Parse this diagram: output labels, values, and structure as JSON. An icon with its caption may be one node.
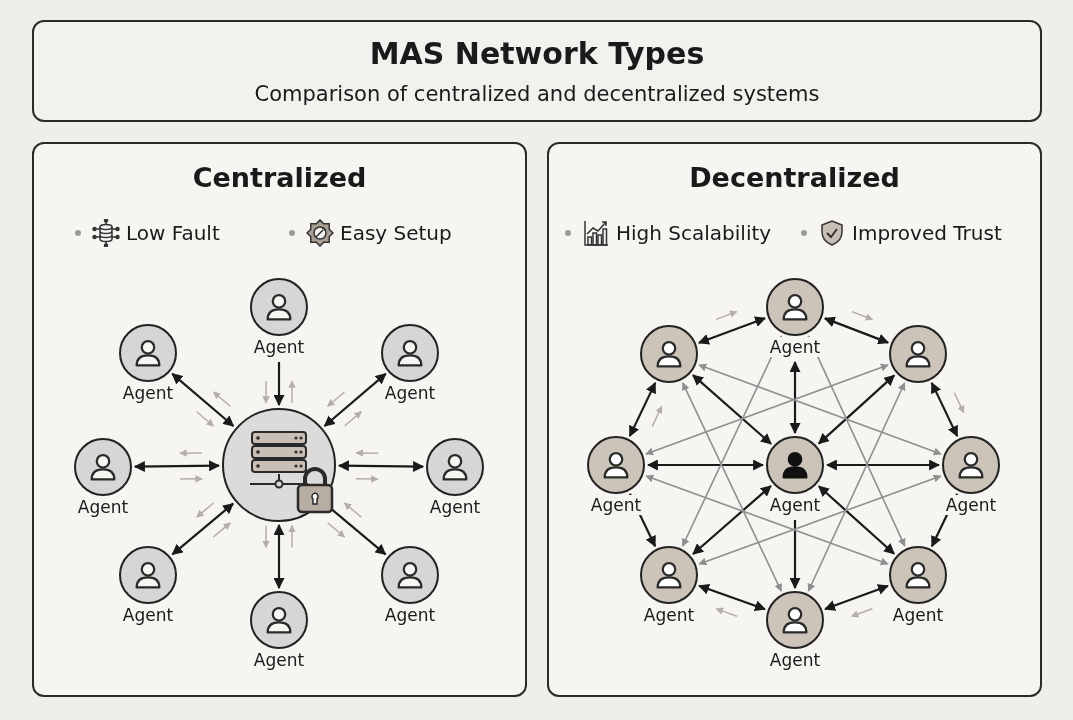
{
  "diagram": {
    "nodes": [
      {
        "text": [
          "MAS Network Types",
          "Comparison of centralized and decentralized systems"
        ]
      },
      {
        "text": [
          "Centralized"
        ]
      },
      {
        "text": [],
        "shape": "circle",
        "in": 1
      },
      {
        "text": [
          "Agent"
        ],
        "in": 1
      },
      {
        "text": [
          "Agent"
        ],
        "in": 1
      },
      {
        "text": [
          "Agent"
        ],
        "in": 1
      },
      {
        "text": [
          "Agent"
        ],
        "in": 1
      },
      {
        "text": [
          "Agent"
        ],
        "in": 1
      },
      {
        "text": [
          "Agent"
        ],
        "in": 1
      },
      {
        "text": [
          "Agent"
        ],
        "in": 1
      },
      {
        "text": [
          "Agent"
        ],
        "in": 1
      },
      {
        "text": [
          "Decentralized"
        ]
      },
      {
        "text": [
          "Agent"
        ],
        "in": 11
      },
      {
        "text": [],
        "shape": "circle",
        "in": 11
      },
      {
        "text": [],
        "shape": "circle",
        "in": 11
      },
      {
        "text": [
          "Agent"
        ],
        "in": 11
      },
      {
        "text": [
          "Agent"
        ],
        "in": 11
      },
      {
        "text": [
          "Agent"
        ],
        "in": 11
      },
      {
        "text": [
          "Agent"
        ],
        "in": 11
      },
      {
        "text": [
          "Agent"
        ],
        "in": 11
      },
      {
        "text": [
          "Agent"
        ],
        "in": 11
      }
    ],
    "edges": [
      {
        "from": 3,
        "to": 2,
        "arrow": "to"
      },
      {
        "from": 4,
        "to": 2,
        "arrow": "both"
      },
      {
        "from": 5,
        "to": 2,
        "arrow": "both"
      },
      {
        "from": 6,
        "to": 2,
        "arrow": "both"
      },
      {
        "from": 7,
        "to": 2,
        "arrow": "both"
      },
      {
        "from": 8,
        "to": 2,
        "arrow": "both"
      },
      {
        "from": 2,
        "to": 9,
        "arrow": "to"
      },
      {
        "from": 10,
        "to": 2,
        "arrow": "both"
      },
      {
        "from": 13,
        "to": 12,
        "arrow": "both"
      },
      {
        "from": 12,
        "to": 14,
        "arrow": "both"
      },
      {
        "from": 13,
        "to": 15,
        "arrow": "both"
      },
      {
        "from": 14,
        "to": 17,
        "arrow": "both"
      },
      {
        "from": 15,
        "to": 18,
        "arrow": "to"
      },
      {
        "from": 17,
        "to": 19,
        "arrow": "to"
      },
      {
        "from": 18,
        "to": 20,
        "arrow": "both"
      },
      {
        "from": 20,
        "to": 19,
        "arrow": "both"
      },
      {
        "from": 16,
        "to": 12,
        "arrow": "both"
      },
      {
        "from": 16,
        "to": 13,
        "arrow": "both"
      },
      {
        "from": 16,
        "to": 14,
        "arrow": "both"
      },
      {
        "from": 16,
        "to": 15,
        "arrow": "both"
      },
      {
        "from": 16,
        "to": 17,
        "arrow": "both"
      },
      {
        "from": 16,
        "to": 18,
        "arrow": "both"
      },
      {
        "from": 16,
        "to": 19,
        "arrow": "both"
      },
      {
        "from": 16,
        "to": 20,
        "arrow": "to"
      },
      {
        "from": 13,
        "to": 17,
        "arrow": "both",
        "color": "#8f8f8f"
      },
      {
        "from": 14,
        "to": 15,
        "arrow": "both",
        "color": "#8f8f8f"
      },
      {
        "from": 15,
        "to": 19,
        "arrow": "both",
        "color": "#8f8f8f"
      },
      {
        "from": 17,
        "to": 18,
        "arrow": "both",
        "color": "#8f8f8f"
      },
      {
        "from": 12,
        "to": 18,
        "arrow": "both",
        "color": "#8f8f8f"
      },
      {
        "from": 12,
        "to": 19,
        "arrow": "both",
        "color": "#8f8f8f"
      },
      {
        "from": 13,
        "to": 20,
        "arrow": "both",
        "color": "#8f8f8f"
      },
      {
        "from": 14,
        "to": 20,
        "arrow": "both",
        "color": "#8f8f8f"
      }
    ],
    "labels": [
      "Low Fault",
      "Easy Setup",
      "High Scalability",
      "Improved Trust"
    ]
  }
}
